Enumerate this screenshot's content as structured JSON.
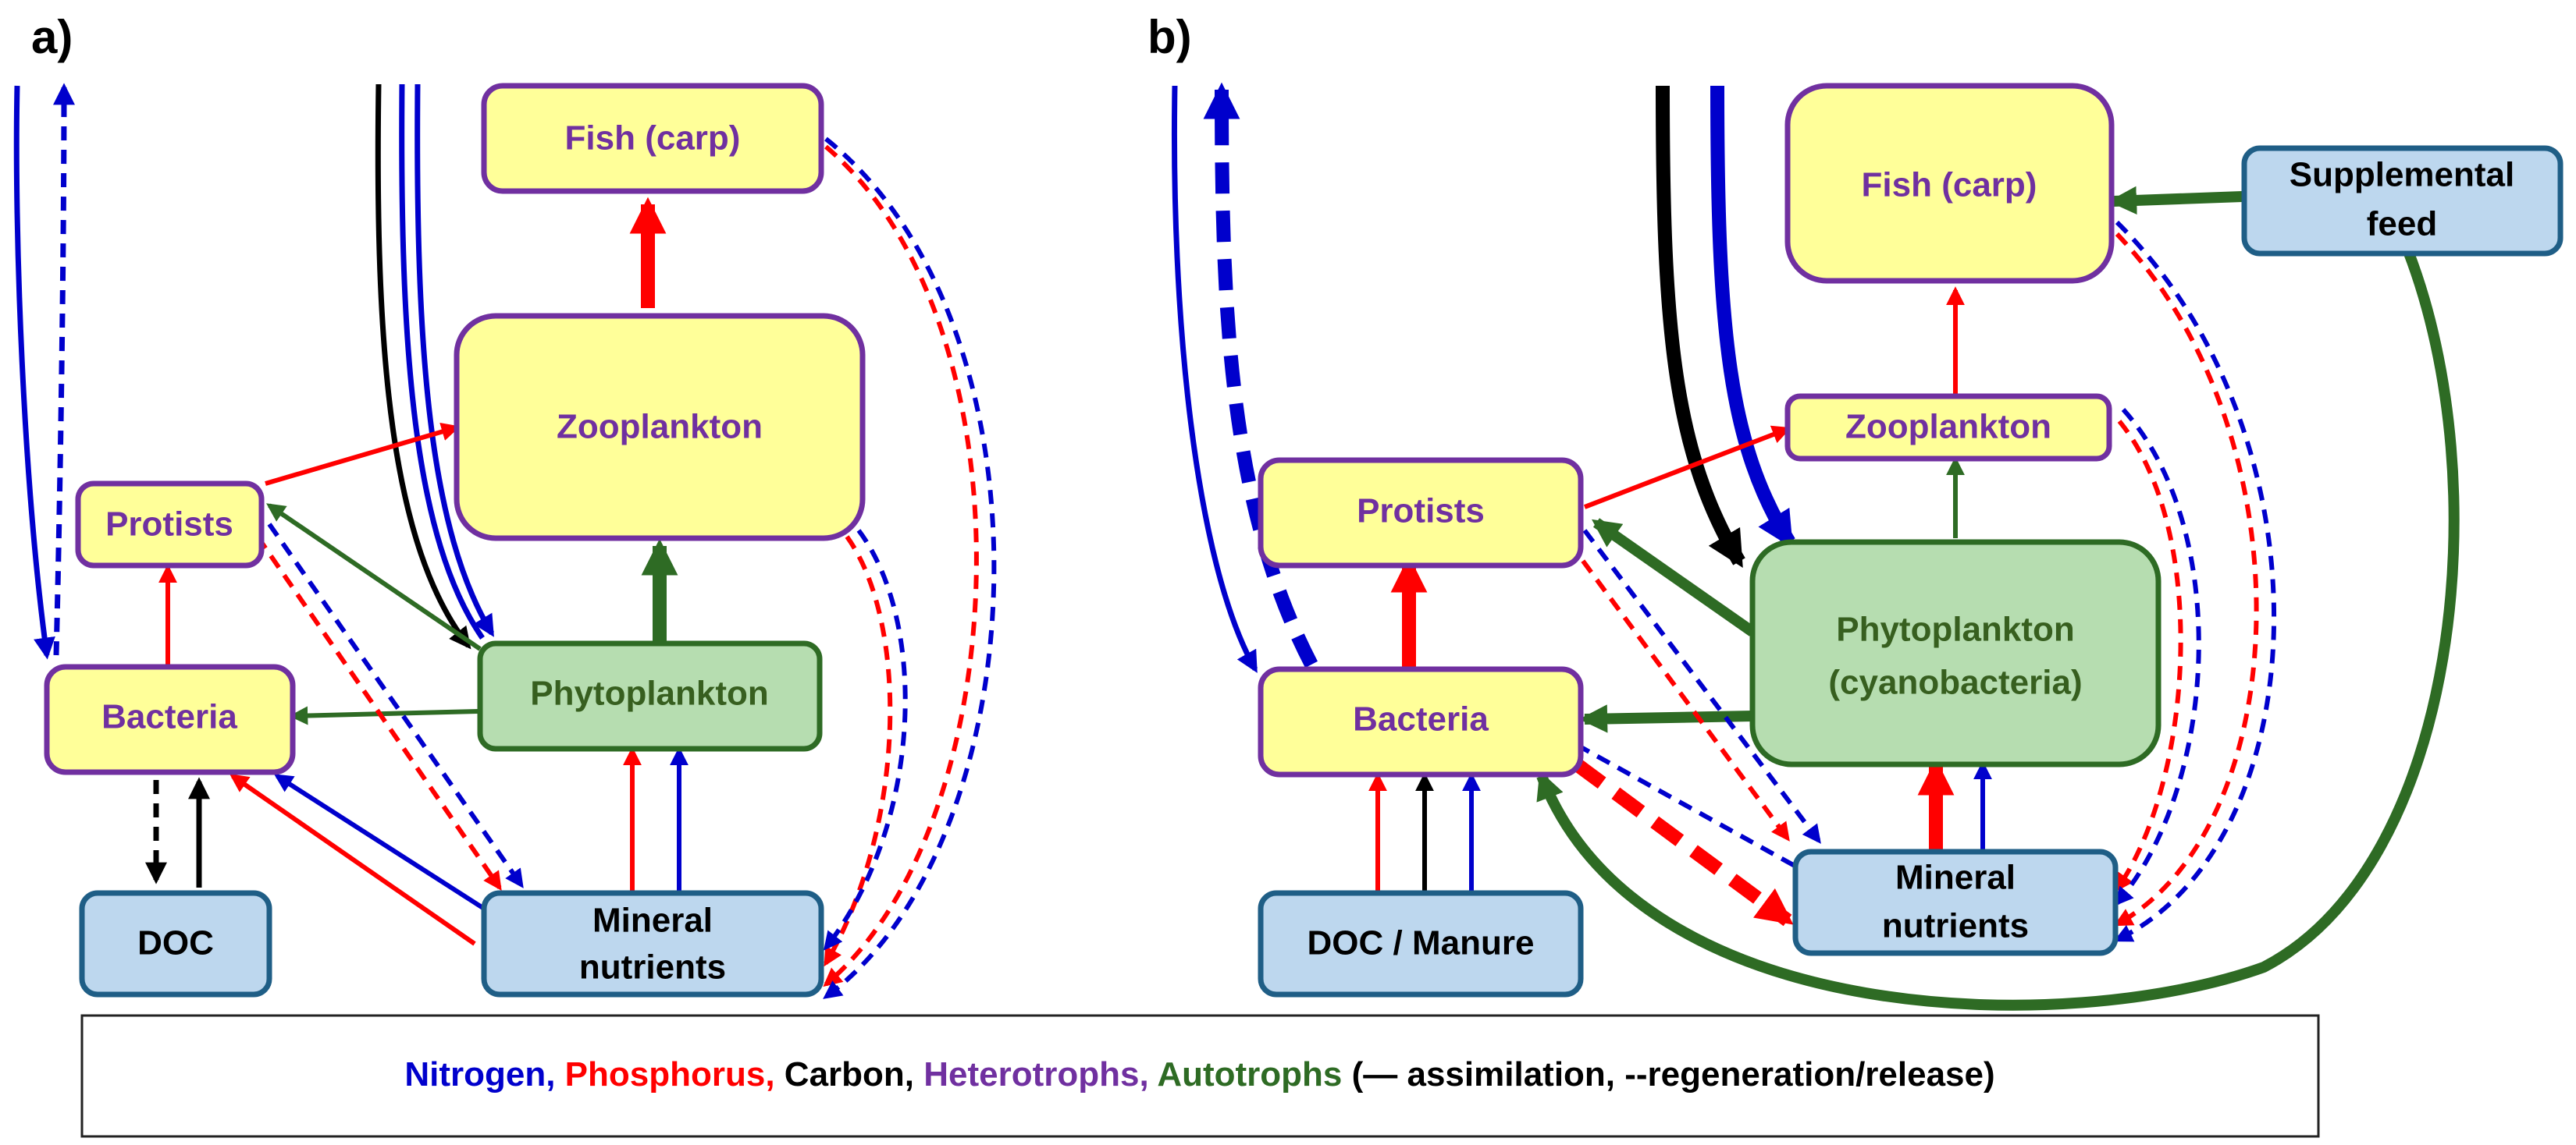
{
  "panels": [
    {
      "id": "a",
      "label": "a)"
    },
    {
      "id": "b",
      "label": "b)"
    }
  ],
  "nodes": {
    "a_fish": {
      "text": [
        "Fish (carp)"
      ],
      "type": "het"
    },
    "a_zoo": {
      "text": [
        "Zooplankton"
      ],
      "type": "het"
    },
    "a_protists": {
      "text": [
        "Protists"
      ],
      "type": "het"
    },
    "a_bacteria": {
      "text": [
        "Bacteria"
      ],
      "type": "het"
    },
    "a_phyto": {
      "text": [
        "Phytoplankton"
      ],
      "type": "aut"
    },
    "a_doc": {
      "text": [
        "DOC"
      ],
      "type": "abi"
    },
    "a_mineral": {
      "text": [
        "Mineral",
        "nutrients"
      ],
      "type": "abi"
    },
    "b_fish": {
      "text": [
        "Fish (carp)"
      ],
      "type": "het"
    },
    "b_zoo": {
      "text": [
        "Zooplankton"
      ],
      "type": "het"
    },
    "b_protists": {
      "text": [
        "Protists"
      ],
      "type": "het"
    },
    "b_bacteria": {
      "text": [
        "Bacteria"
      ],
      "type": "het"
    },
    "b_phyto": {
      "text": [
        "Phytoplankton",
        "(cyanobacteria)"
      ],
      "type": "aut"
    },
    "b_doc": {
      "text": [
        "DOC / Manure"
      ],
      "type": "abi"
    },
    "b_mineral": {
      "text": [
        "Mineral",
        "nutrients"
      ],
      "type": "abi"
    },
    "b_feed": {
      "text": [
        "Supplemental",
        "feed"
      ],
      "type": "abi"
    }
  },
  "legend": [
    {
      "text": "Nitrogen,",
      "color": "#0000cc"
    },
    {
      "text": " Phosphorus,",
      "color": "#ff0000"
    },
    {
      "text": " Carbon,",
      "color": "#000000"
    },
    {
      "text": " Heterotrophs,",
      "color": "#7030a0"
    },
    {
      "text": " Autotrophs",
      "color": "#2e6b24"
    },
    {
      "text": " (— assimilation, --regeneration/release)",
      "color": "#000000"
    }
  ],
  "colors": {
    "nitrogen": "#0000cc",
    "phosphorus": "#ff0000",
    "carbon": "#000000",
    "heterotrophs": "#7030a0",
    "autotrophs": "#2e6b24",
    "heterotroph_fill": "#ffff99",
    "autotroph_fill": "#b6ddb0",
    "abiotic_fill": "#bdd7ee"
  }
}
